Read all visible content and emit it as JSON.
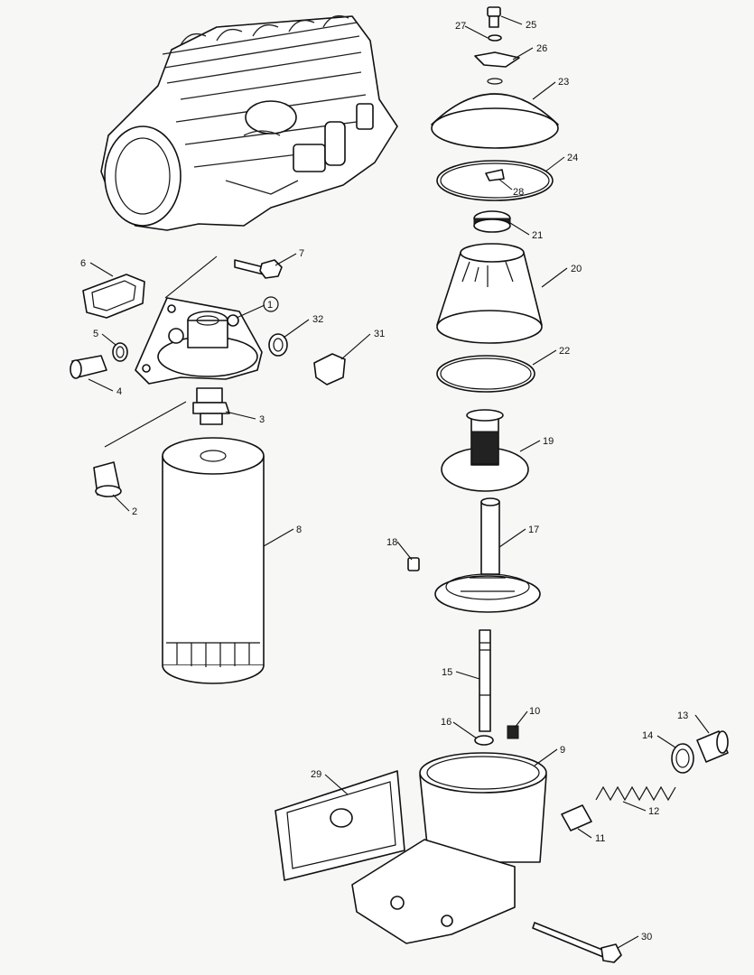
{
  "callouts": [
    {
      "id": "c1",
      "text": "1"
    },
    {
      "id": "c2",
      "text": "2"
    },
    {
      "id": "c3",
      "text": "3"
    },
    {
      "id": "c4",
      "text": "4"
    },
    {
      "id": "c5",
      "text": "5"
    },
    {
      "id": "c6",
      "text": "6"
    },
    {
      "id": "c7",
      "text": "7"
    },
    {
      "id": "c8",
      "text": "8"
    },
    {
      "id": "c9",
      "text": "9"
    },
    {
      "id": "c10",
      "text": "10"
    },
    {
      "id": "c11",
      "text": "11"
    },
    {
      "id": "c12",
      "text": "12"
    },
    {
      "id": "c13",
      "text": "13"
    },
    {
      "id": "c14",
      "text": "14"
    },
    {
      "id": "c15",
      "text": "15"
    },
    {
      "id": "c16",
      "text": "16"
    },
    {
      "id": "c17",
      "text": "17"
    },
    {
      "id": "c18",
      "text": "18"
    },
    {
      "id": "c19",
      "text": "19"
    },
    {
      "id": "c20",
      "text": "20"
    },
    {
      "id": "c21",
      "text": "21"
    },
    {
      "id": "c22",
      "text": "22"
    },
    {
      "id": "c23",
      "text": "23"
    },
    {
      "id": "c24",
      "text": "24"
    },
    {
      "id": "c25",
      "text": "25"
    },
    {
      "id": "c26",
      "text": "26"
    },
    {
      "id": "c27",
      "text": "27"
    },
    {
      "id": "c28",
      "text": "28"
    },
    {
      "id": "c29",
      "text": "29"
    },
    {
      "id": "c30",
      "text": "30"
    },
    {
      "id": "c31",
      "text": "31"
    },
    {
      "id": "c32",
      "text": "32"
    }
  ]
}
